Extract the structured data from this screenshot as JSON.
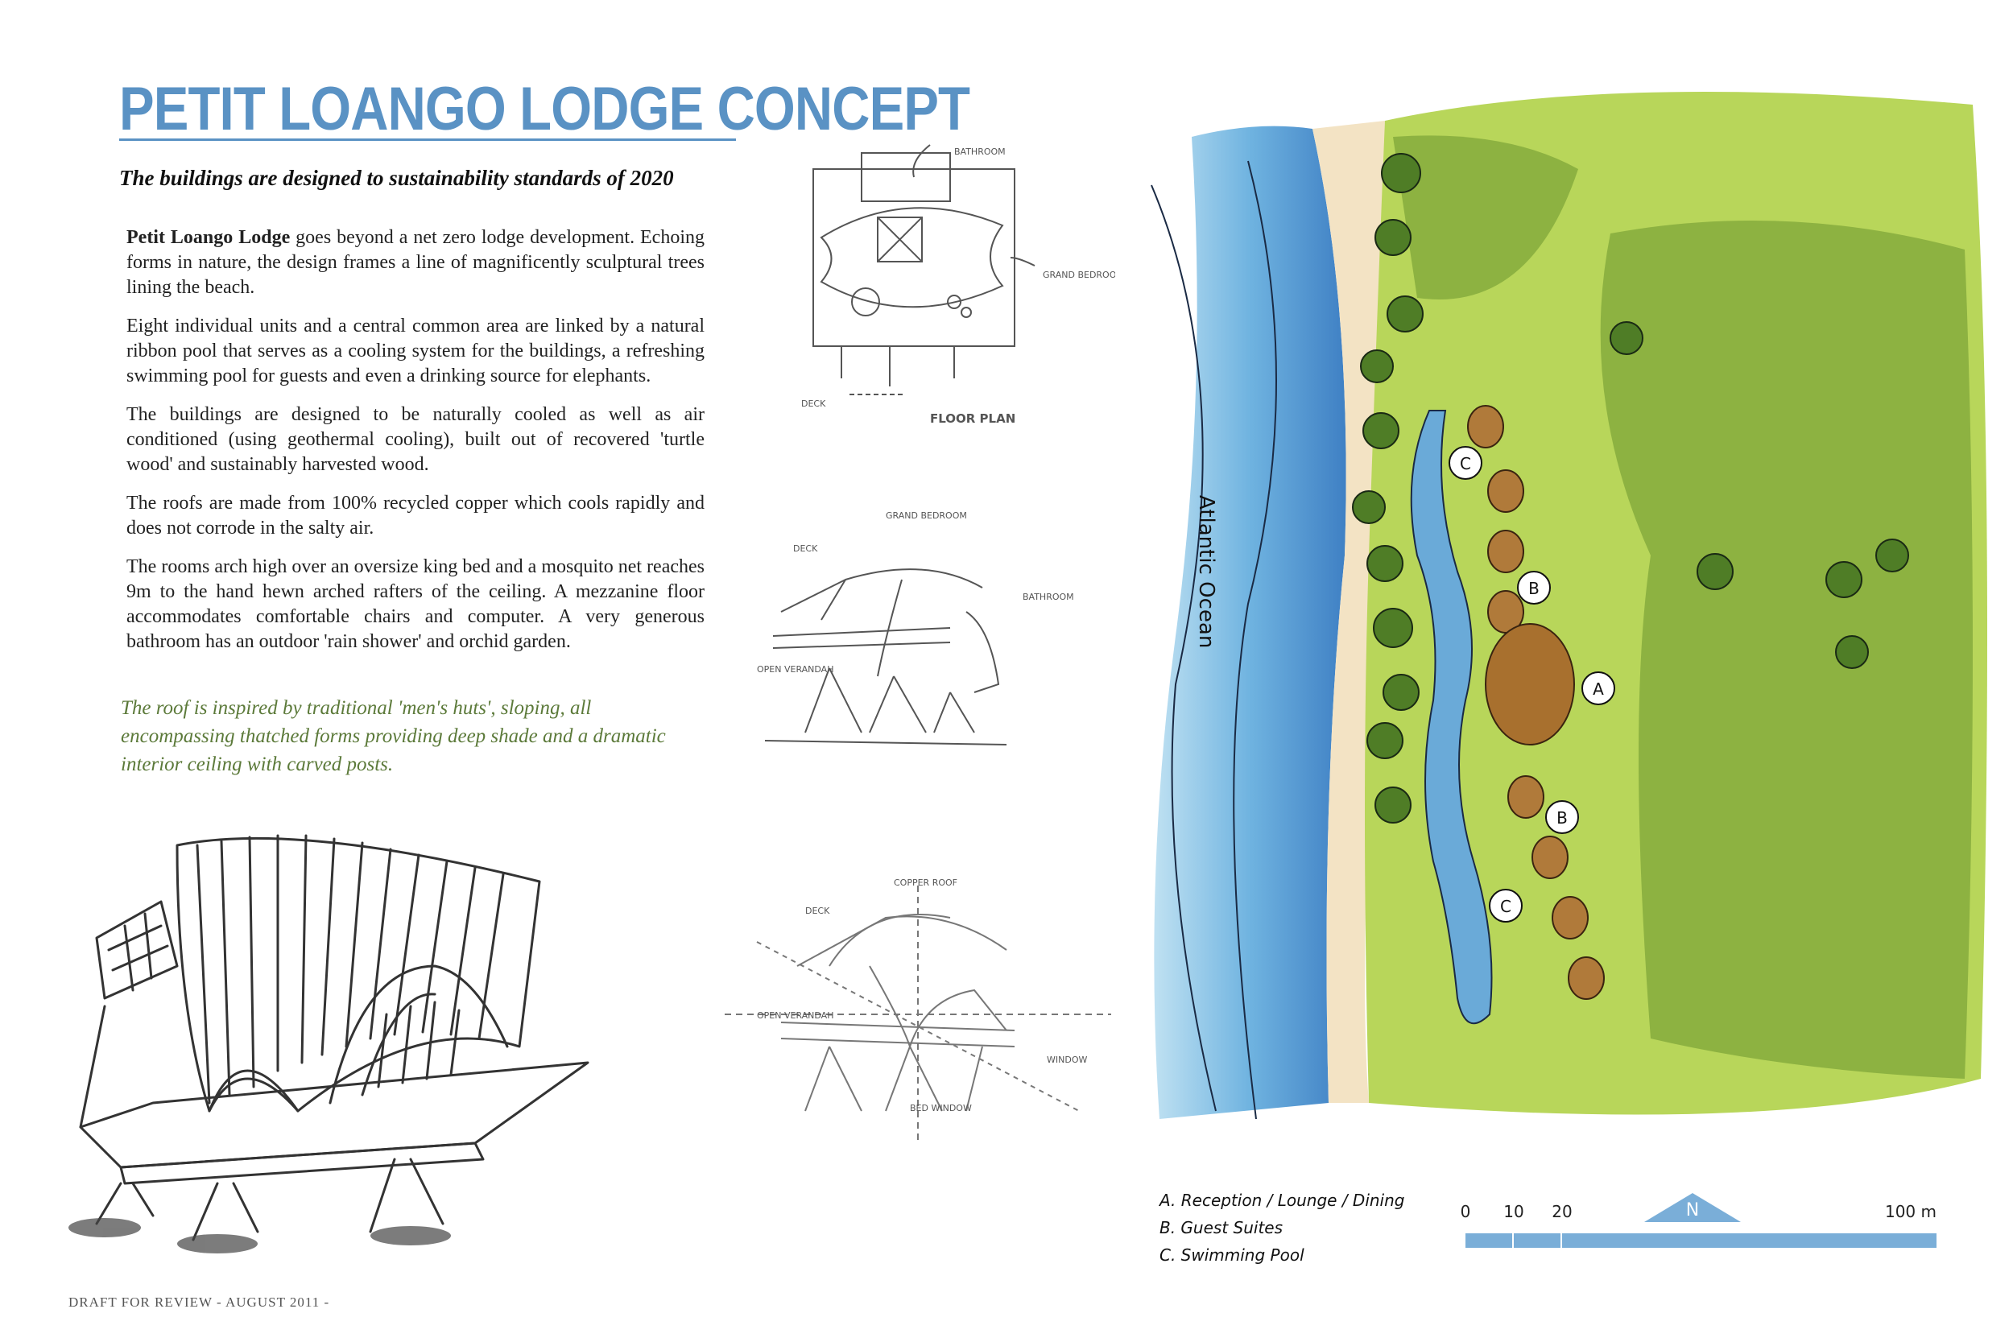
{
  "title": "PETIT LOANGO LODGE CONCEPT",
  "subtitle": "The buildings are designed to sustainability standards of 2020",
  "body": {
    "p1_bold": "Petit Loango Lodge",
    "p1_rest": " goes beyond a net zero lodge development. Echoing forms in nature, the design frames a line of magnificently sculptural trees lining the beach.",
    "p2": "Eight individual units and a central common area are linked by a natural ribbon pool that serves as a cooling system for the buildings, a refreshing swimming pool for guests and even a drinking source for elephants.",
    "p3": "The buildings are designed to be naturally cooled as well as air conditioned (using geothermal cooling), built out of recovered 'turtle wood' and sustainably harvested wood.",
    "p4": "The roofs are made from 100% recycled copper which cools rapidly and does not corrode in the salty air.",
    "p5": "The rooms arch high over an oversize king bed and a mosquito net reaches 9m to the hand hewn arched rafters of the ceiling. A mezzanine floor accommodates comfortable chairs and computer. A very generous bathroom has an outdoor 'rain shower' and orchid garden."
  },
  "quote": "The roof is inspired by traditional 'men's huts', sloping, all encompassing thatched forms providing deep shade and a dramatic interior ceiling with carved posts.",
  "footer": "DRAFT FOR REVIEW - AUGUST 2011 -",
  "sketch_floor_plan": {
    "bathroom": "BATHROOM",
    "grand_bedroom": "GRAND BEDROOM",
    "deck": "DECK",
    "floor_plan": "FLOOR PLAN"
  },
  "sketch_section_1": {
    "grand_bedroom": "GRAND BEDROOM",
    "deck": "DECK",
    "bathroom": "BATHROOM",
    "open_verandah": "OPEN VERANDAH"
  },
  "sketch_section_2": {
    "copper_roof": "COPPER ROOF",
    "deck": "DECK",
    "open_verandah": "OPEN VERANDAH",
    "window": "WINDOW",
    "bed_window": "BED WINDOW"
  },
  "site_plan": {
    "ocean_label": "Atlantic Ocean",
    "markers": [
      "C",
      "B",
      "A",
      "B",
      "C"
    ]
  },
  "legend": {
    "a": "A. Reception / Lounge / Dining",
    "b": "B. Guest Suites",
    "c": "C. Swimming Pool"
  },
  "scale": {
    "ticks": [
      "0",
      "10",
      "20",
      "100 m"
    ],
    "north": "N"
  },
  "colors": {
    "title_blue": "#5a92c4",
    "quote_green": "#5c7a3a",
    "ocean": "#4f8fcc",
    "sand": "#f3e3c4",
    "vegetation": "#9cc43a"
  }
}
